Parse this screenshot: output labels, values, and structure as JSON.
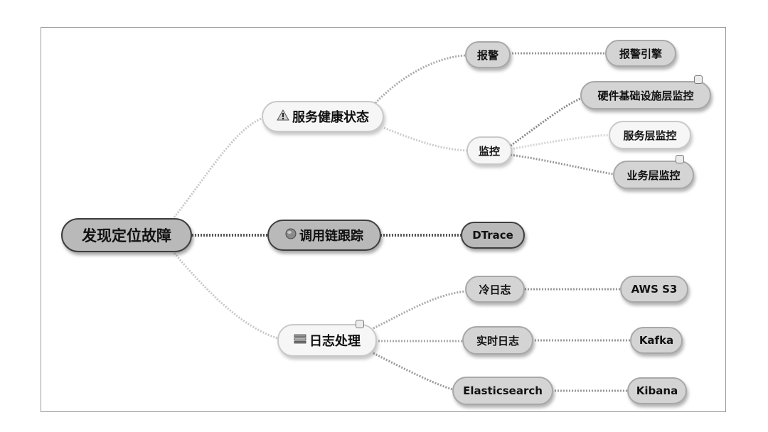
{
  "mindmap": {
    "root": "发现定位故障",
    "branches": {
      "health": {
        "label": "服务健康状态",
        "icon": "warning-icon",
        "alarm": {
          "label": "报警",
          "child": "报警引擎"
        },
        "monitor": {
          "label": "监控",
          "children": [
            "硬件基础设施层监控",
            "服务层监控",
            "业务层监控"
          ]
        }
      },
      "trace": {
        "label": "调用链跟踪",
        "icon": "globe-icon",
        "child": "DTrace"
      },
      "logs": {
        "label": "日志处理",
        "icon": "stack-icon",
        "cold": {
          "label": "冷日志",
          "child": "AWS S3"
        },
        "realtime": {
          "label": "实时日志",
          "child": "Kafka"
        },
        "search": {
          "label": "Elasticsearch",
          "child": "Kibana"
        }
      }
    }
  }
}
